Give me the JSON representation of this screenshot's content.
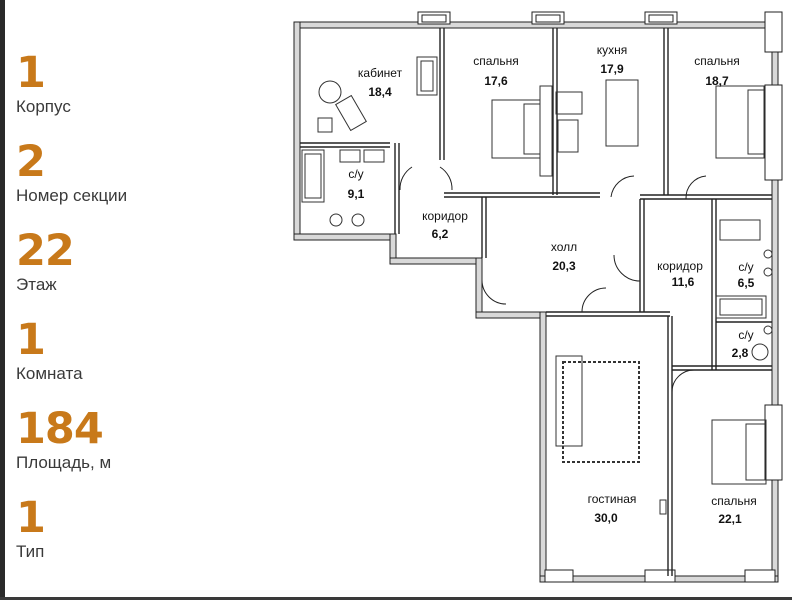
{
  "stats": [
    {
      "value": "1",
      "label": "Корпус"
    },
    {
      "value": "2",
      "label": "Номер секции"
    },
    {
      "value": "22",
      "label": "Этаж"
    },
    {
      "value": "1",
      "label": "Комната"
    },
    {
      "value": "184",
      "label": "Площадь, м"
    },
    {
      "value": "1",
      "label": "Тип"
    }
  ],
  "rooms": {
    "cabinet": {
      "name": "кабинет",
      "area": "18,4"
    },
    "bedroom1": {
      "name": "спальня",
      "area": "17,6"
    },
    "kitchen": {
      "name": "кухня",
      "area": "17,9"
    },
    "bedroom2": {
      "name": "спальня",
      "area": "18,7"
    },
    "bath1": {
      "name": "с/у",
      "area": "9,1"
    },
    "corridor1": {
      "name": "коридор",
      "area": "6,2"
    },
    "hall": {
      "name": "холл",
      "area": "20,3"
    },
    "corridor2": {
      "name": "коридор",
      "area": "11,6"
    },
    "bath2": {
      "name": "с/у",
      "area": "6,5"
    },
    "bath3": {
      "name": "с/у",
      "area": "2,8"
    },
    "living": {
      "name": "гостиная",
      "area": "30,0"
    },
    "bedroom3": {
      "name": "спальня",
      "area": "22,1"
    }
  }
}
